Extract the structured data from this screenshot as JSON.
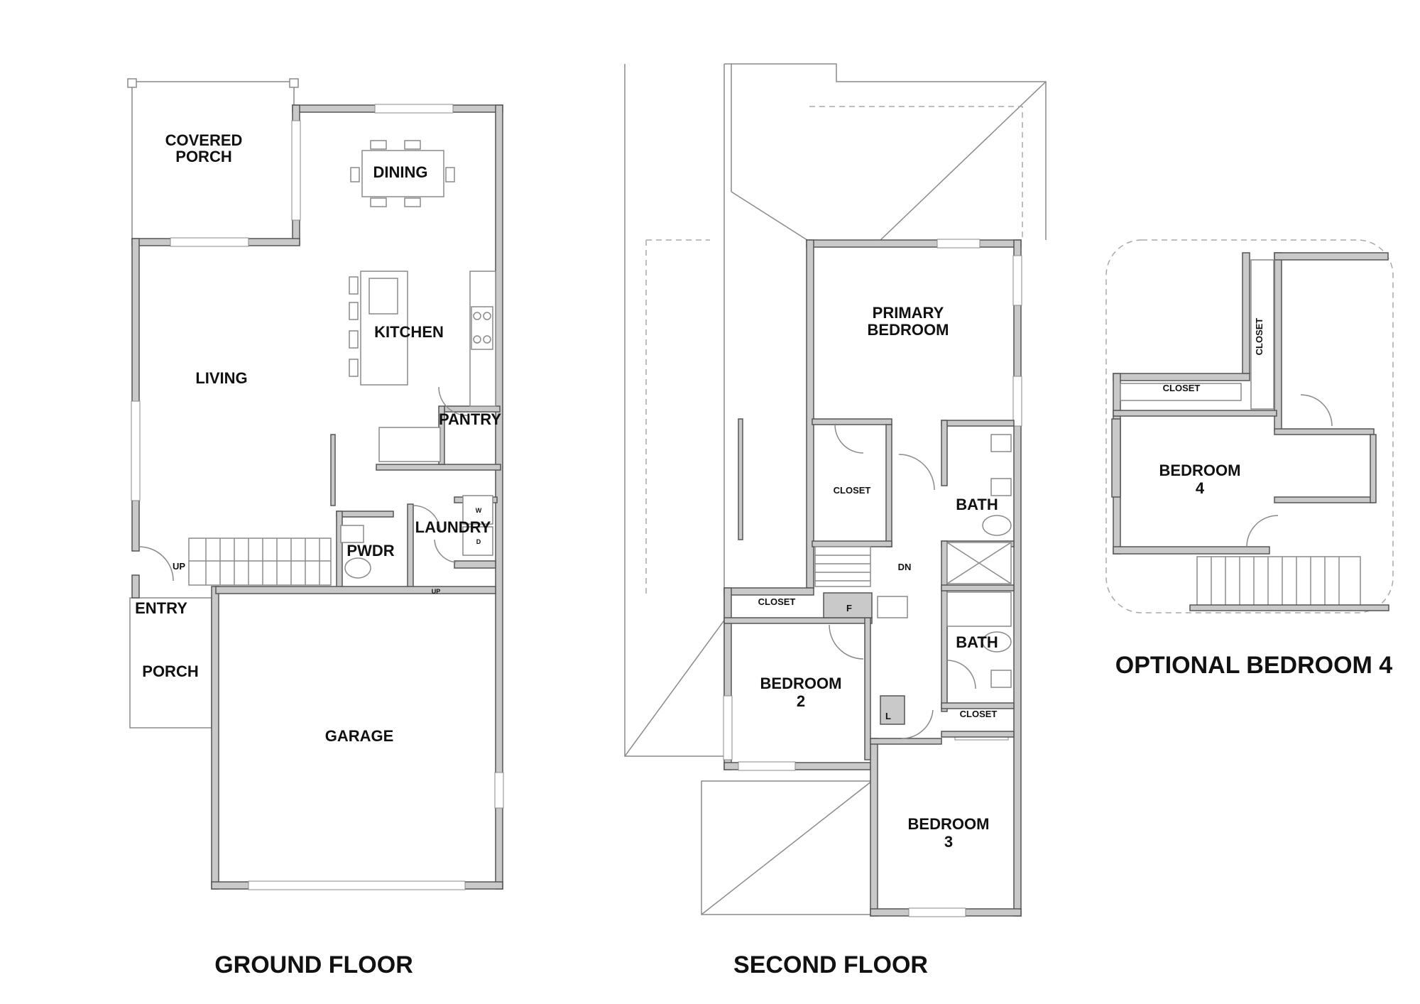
{
  "ground_floor": {
    "title": "GROUND FLOOR",
    "rooms": {
      "covered_porch": [
        "COVERED",
        "PORCH"
      ],
      "dining": "DINING",
      "kitchen": "KITCHEN",
      "living": "LIVING",
      "pantry": "PANTRY",
      "laundry": "LAUNDRY",
      "pwdr": "PWDR",
      "entry": "ENTRY",
      "porch": "PORCH",
      "garage": "GARAGE"
    },
    "marks": {
      "up_stairs": "UP",
      "up_step": "UP",
      "washer": "W",
      "dryer": "D"
    }
  },
  "second_floor": {
    "title": "SECOND FLOOR",
    "rooms": {
      "primary_bedroom": [
        "PRIMARY",
        "BEDROOM"
      ],
      "closet_primary": "CLOSET",
      "bath_1": "BATH",
      "bath_2": "BATH",
      "closet_hall": "CLOSET",
      "closet_bed3": "CLOSET",
      "bedroom_2": [
        "BEDROOM",
        "2"
      ],
      "bedroom_3": [
        "BEDROOM",
        "3"
      ]
    },
    "marks": {
      "down_stairs": "DN",
      "furnace": "F",
      "linen": "L"
    }
  },
  "optional": {
    "title": "OPTIONAL BEDROOM 4",
    "rooms": {
      "bedroom_4": [
        "BEDROOM",
        "4"
      ],
      "closet_a": "CLOSET",
      "closet_b": "CLOSET"
    }
  }
}
